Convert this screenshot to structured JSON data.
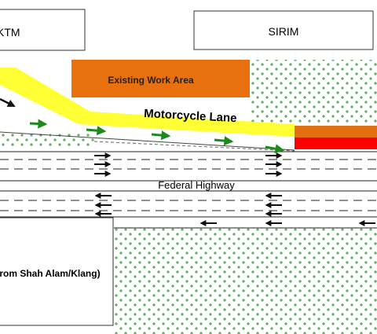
{
  "labels": {
    "ktm_box": "KTM",
    "sirim_box": "SIRIM",
    "work_area": "Existing Work Area",
    "motorcycle_lane": "Motorcycle Lane",
    "federal_highway": "Federal Highway",
    "from_box": "(From Shah Alam/Klang)"
  },
  "colors": {
    "work_area": "#e8700e",
    "motorcycle_lane": "#ffff33",
    "closure_red": "#ff0000",
    "closure_orange": "#e07010",
    "dots": "#3c9a3c",
    "green_arrow": "#1e8a1e",
    "road_lines": "#222222"
  },
  "icons": {
    "eastbound_arrow": "arrow-right-icon",
    "westbound_arrow": "arrow-left-icon",
    "motorcycle_arrow": "green-arrow-icon"
  }
}
